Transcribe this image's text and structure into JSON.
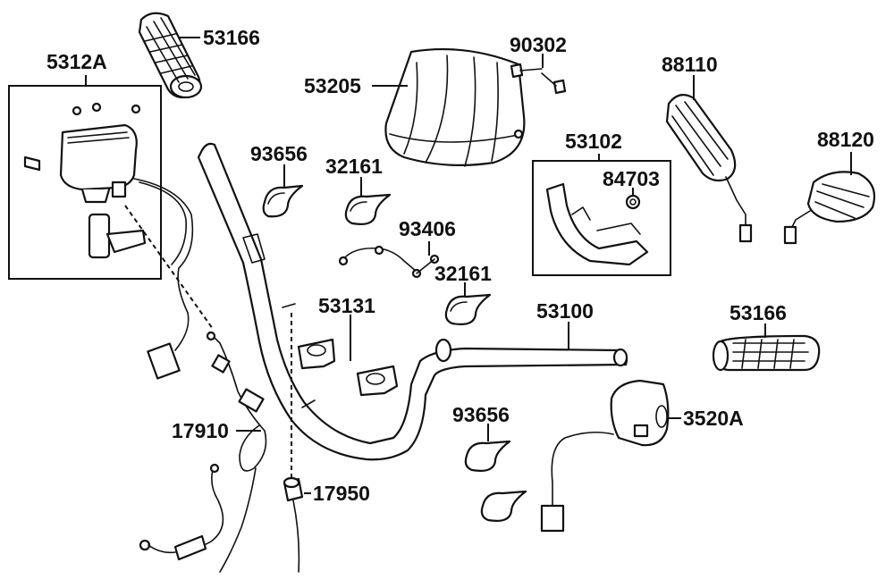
{
  "diagram": {
    "part_numbers": {
      "grip_left": "53166",
      "brake_master_box": "5312A",
      "windscreen": "53205",
      "bolt": "90302",
      "mirror_left": "88110",
      "mirror_right": "88120",
      "bracket_box": "53102",
      "nut": "84703",
      "clip_left": "93656",
      "clip_mid_top": "32161",
      "wire_clamp": "93406",
      "clip_mid": "32161",
      "holder": "53131",
      "handlebar": "53100",
      "grip_right": "53166",
      "clip_bottom": "93656",
      "switch_right": "3520A",
      "throttle_cable": "17910",
      "brake_cable": "17950"
    },
    "colors": {
      "line": "#111111",
      "fill": "#ffffff",
      "shade": "#d9d9d9"
    }
  }
}
